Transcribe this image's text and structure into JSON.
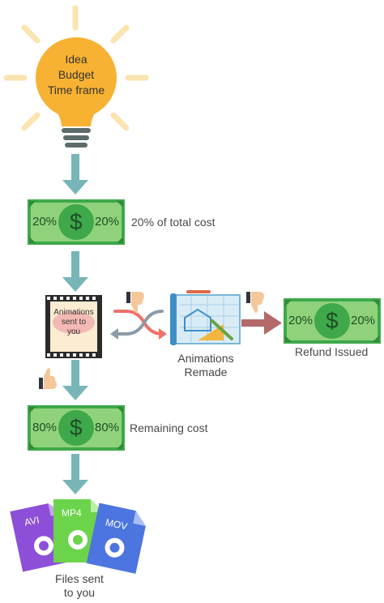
{
  "bulb": {
    "line1": "Idea",
    "line2": "Budget",
    "line3": "Time frame"
  },
  "payment_first": {
    "left_pct": "20%",
    "right_pct": "20%",
    "symbol": "$",
    "caption": "20% of total cost"
  },
  "review": {
    "film_line1": "Animations",
    "film_line2": "sent to",
    "film_line3": "you"
  },
  "remade": {
    "line1": "Animations",
    "line2": "Remade"
  },
  "refund": {
    "left_pct": "20%",
    "right_pct": "20%",
    "symbol": "$",
    "caption": "Refund Issued"
  },
  "payment_final": {
    "left_pct": "80%",
    "right_pct": "80%",
    "symbol": "$",
    "caption": "Remaining cost"
  },
  "files": {
    "avi": "AVI",
    "mp4": "MP4",
    "mov": "MOV",
    "line1": "Files sent",
    "line2": "to you"
  },
  "colors": {
    "arrow_teal": "#77b5b8",
    "arrow_red": "#b46a6a",
    "bill_green": "#3ea84a",
    "bill_light": "#8fd27b",
    "bulb_yellow": "#f7b233",
    "ray_yellow": "#fbe4b0",
    "avi_purple": "#8e4fd8",
    "mp4_green": "#6bd44b",
    "mov_blue": "#4d75e0"
  }
}
